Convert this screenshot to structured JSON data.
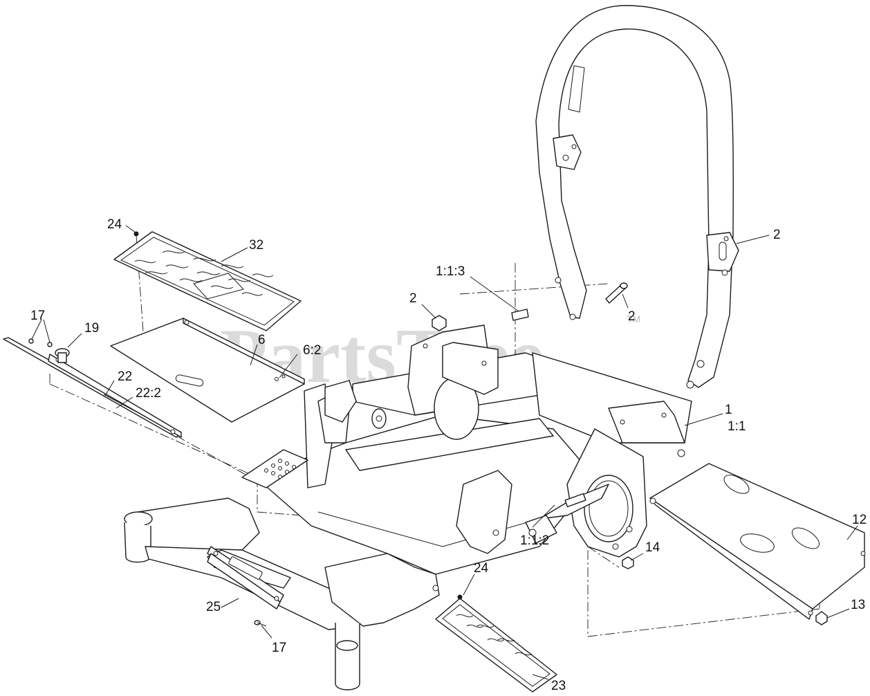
{
  "watermark": {
    "brand": "PartsTree",
    "trademark": "TM"
  },
  "callouts": {
    "c24_top": "24",
    "c32": "32",
    "c1_1_3": "1:1:3",
    "c2_roll_bracket": "2",
    "c2_nut": "2",
    "c2_bolt": "2",
    "c17_top": "17",
    "c19": "19",
    "c6": "6",
    "c6_2": "6:2",
    "c22": "22",
    "c22_2": "22:2",
    "c1": "1",
    "c1_1": "1:1",
    "c12": "12",
    "c14": "14",
    "c1_1_2": "1:1:2",
    "c13": "13",
    "c24_bottom": "24",
    "c25": "25",
    "c17_bottom": "17",
    "c23": "23"
  }
}
